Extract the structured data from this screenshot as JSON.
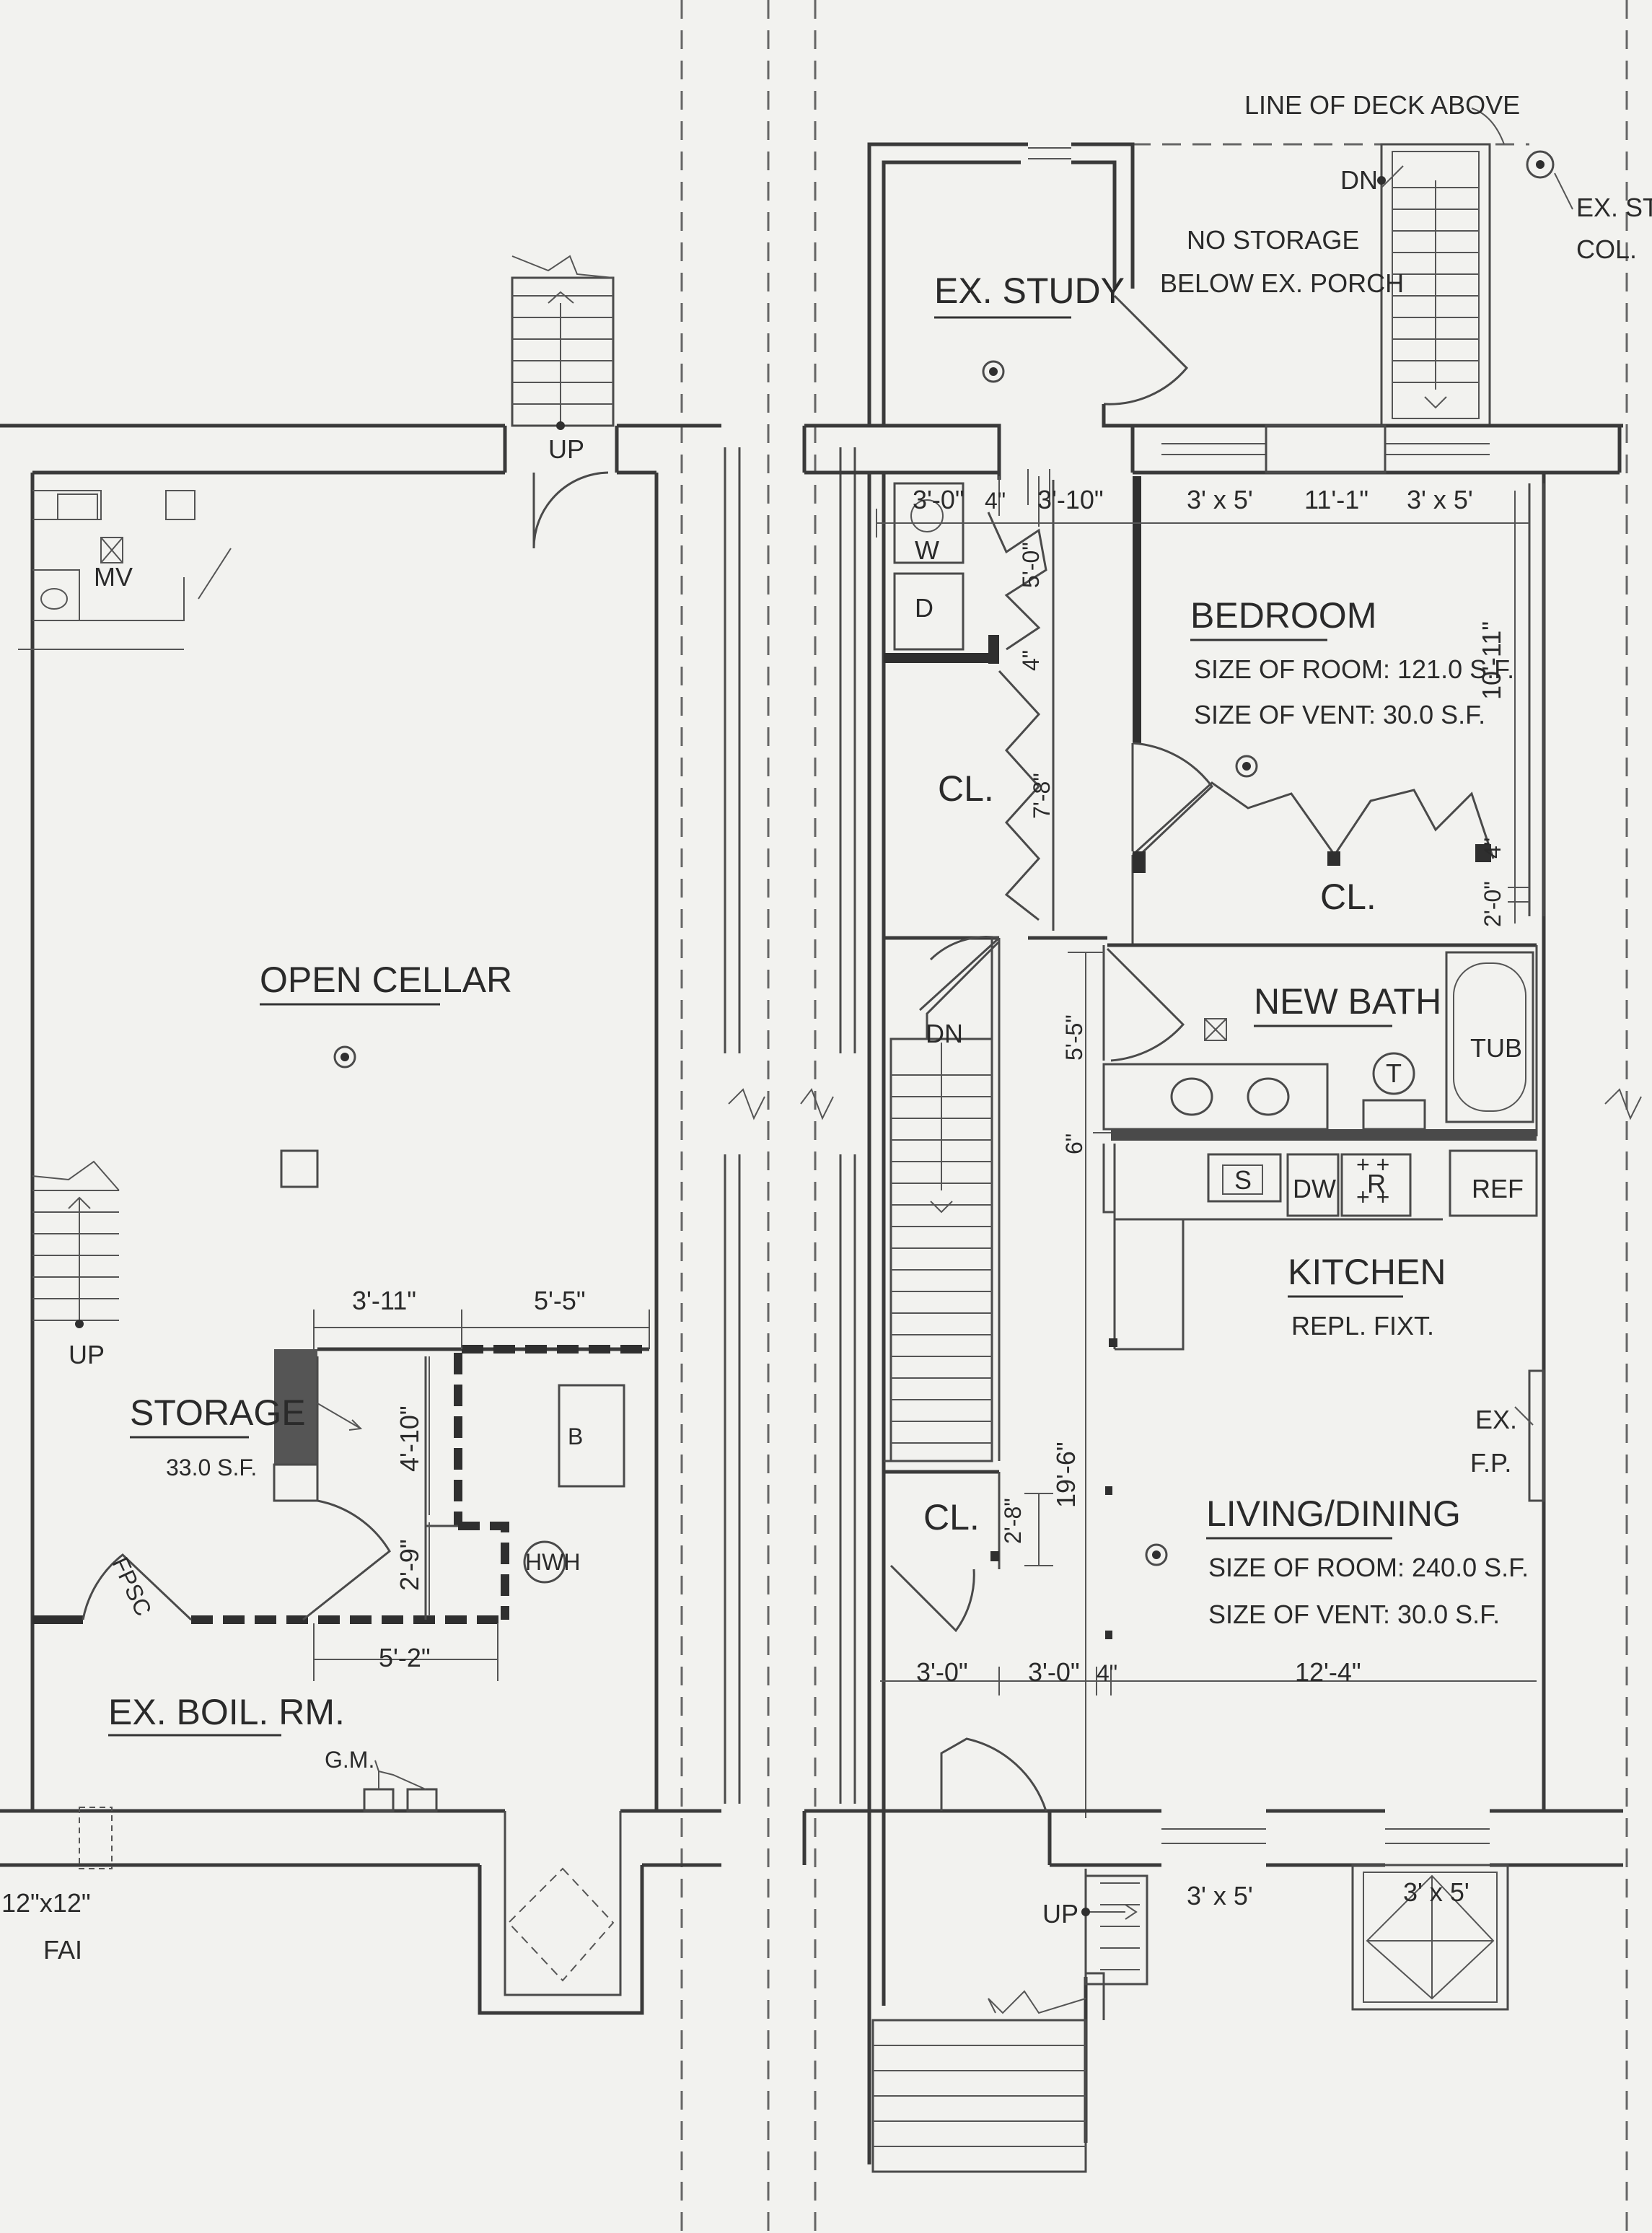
{
  "cellar": {
    "open_cellar": "OPEN CELLAR",
    "up_rear": "UP",
    "up_side": "UP",
    "mv": "MV",
    "storage": "STORAGE",
    "storage_area": "33.0 S.F.",
    "dim_3_11": "3'-11\"",
    "dim_5_5": "5'-5\"",
    "dim_4_10": "4'-10\"",
    "dim_2_9": "2'-9\"",
    "dim_5_2": "5'-2\"",
    "b": "B",
    "hwh": "HWH",
    "fpsc": "FPSC",
    "boiler_room": "EX. BOIL. RM.",
    "gm": "G.M.",
    "fai_size": "12\"x12\"",
    "fai": "FAI"
  },
  "first_floor": {
    "deck_note": "LINE OF DECK ABOVE",
    "dn_rear": "DN",
    "stl_col_1": "EX. STL.",
    "stl_col_2": "COL.",
    "study": "EX. STUDY",
    "porch_note_1": "NO STORAGE",
    "porch_note_2": "BELOW EX. PORCH",
    "dim_3_0_w": "3'-0\"",
    "dim_4": "4\"",
    "dim_3_10": "3'-10\"",
    "win_3x5_a": "3' x 5'",
    "dim_11_1": "11'-1\"",
    "win_3x5_b": "3' x 5'",
    "w": "W",
    "d": "D",
    "dim_5_0": "5'-0\"",
    "dim_4b": "4\"",
    "bedroom": "BEDROOM",
    "bedroom_size": "SIZE OF ROOM: 121.0 S.F.",
    "bedroom_vent": "SIZE OF VENT: 30.0 S.F.",
    "dim_10_11": "10'-11\"",
    "cl_1": "CL.",
    "dim_7_8": "7'-8\"",
    "cl_2": "CL.",
    "dim_2_0": "2'-0\"",
    "dim_4c": "4\"",
    "new_bath": "NEW BATH",
    "tub": "TUB",
    "t": "T",
    "dn_stair": "DN",
    "dim_5_5b": "5'-5\"",
    "dim_6": "6\"",
    "s": "S",
    "dw": "DW",
    "r": "R",
    "ref": "REF",
    "kitchen": "KITCHEN",
    "kitchen_note": "REPL. FIXT.",
    "fp_1": "EX.",
    "fp_2": "F.P.",
    "cl_3": "CL.",
    "dim_2_8": "2'-8\"",
    "dim_19_6": "19'-6\"",
    "living": "LIVING/DINING",
    "living_size": "SIZE OF ROOM: 240.0 S.F.",
    "living_vent": "SIZE OF VENT: 30.0 S.F.",
    "dim_3_0_a": "3'-0\"",
    "dim_3_0_b": "3'-0\"",
    "dim_4d": "4\"",
    "dim_12_4": "12'-4\"",
    "win_3x5_c": "3' x 5'",
    "win_3x5_d": "3' x 5'",
    "up_front": "UP"
  }
}
